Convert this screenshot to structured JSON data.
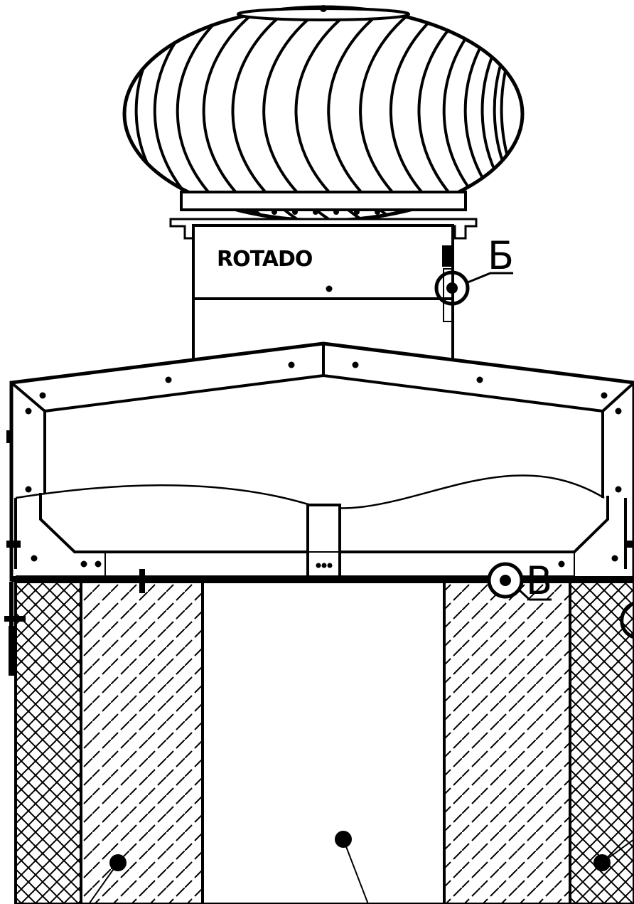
{
  "drawing": {
    "brand_label": "ROTADO",
    "callouts": [
      {
        "id": "b",
        "label": "Б"
      },
      {
        "id": "v",
        "label": "В"
      }
    ],
    "colors": {
      "line": "#000000",
      "background": "#ffffff"
    },
    "blade_count": 20,
    "insulation_pattern": "diagonal-hatch",
    "outer_wall_pattern": "cross-hatch"
  }
}
